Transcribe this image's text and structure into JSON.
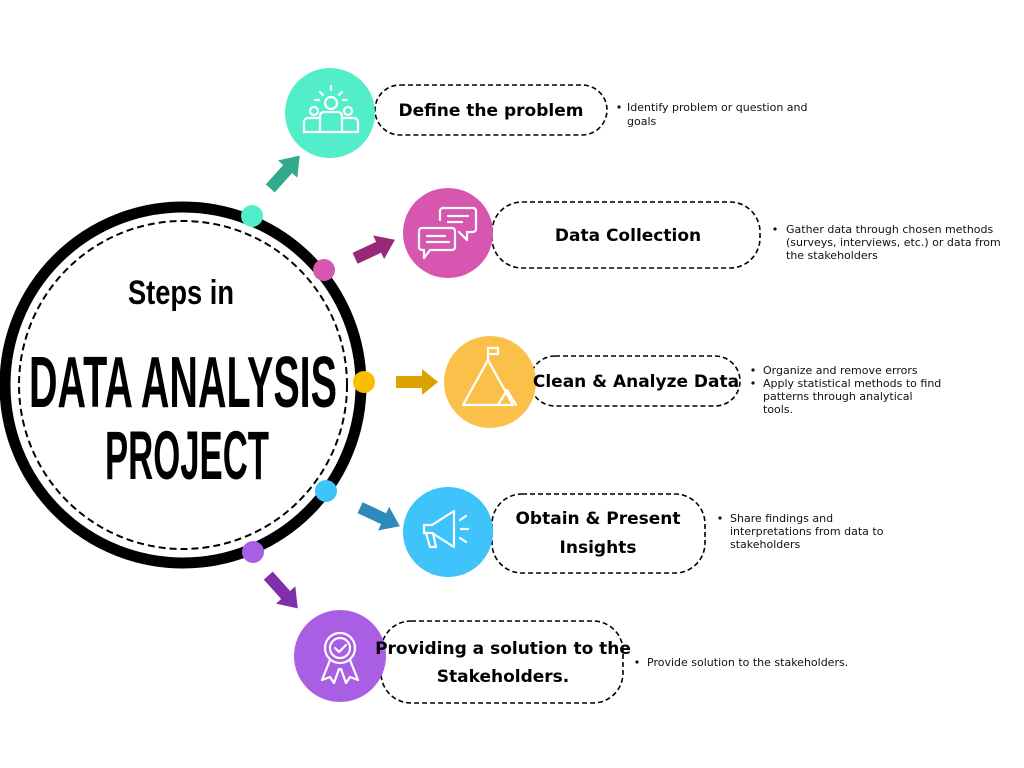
{
  "title": {
    "line1": "Steps in",
    "line2": "DATA ANALYSIS",
    "line3": "PROJECT"
  },
  "steps": [
    {
      "label": "Define the problem",
      "icon": "team-idea-icon",
      "color": "#52eec9",
      "arrow_color": "#33a98d",
      "bullets": [
        [
          "Identify problem or question and",
          "goals"
        ]
      ]
    },
    {
      "label": "Data Collection",
      "icon": "chat-bubbles-icon",
      "color": "#d756b0",
      "arrow_color": "#98297a",
      "bullets": [
        [
          "Gather data through chosen methods",
          "(surveys, interviews, etc.) or data from",
          "the stakeholders"
        ]
      ]
    },
    {
      "label": "Clean & Analyze Data",
      "icon": "mountain-flag-icon",
      "color": "#fbc04a",
      "arrow_color": "#d9a200",
      "bullets": [
        [
          "Organize and remove errors"
        ],
        [
          "Apply statistical methods to find",
          "patterns through analytical",
          "tools."
        ]
      ]
    },
    {
      "label_lines": [
        "Obtain & Present",
        "Insights"
      ],
      "icon": "megaphone-icon",
      "color": "#3ec4fb",
      "arrow_color": "#2e8ab8",
      "bullets": [
        [
          "Share findings and",
          "interpretations from data to",
          "stakeholders"
        ]
      ]
    },
    {
      "label_lines": [
        "Providing a solution to the",
        "Stakeholders."
      ],
      "icon": "award-badge-icon",
      "color": "#a95fe3",
      "arrow_color": "#7e2faa",
      "bullets": [
        [
          "Provide solution to the stakeholders."
        ]
      ]
    }
  ]
}
